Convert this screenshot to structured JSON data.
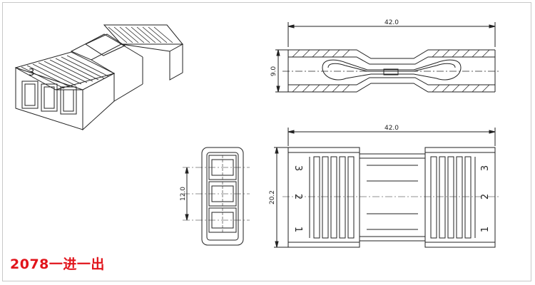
{
  "caption": "2078一进一出",
  "dimensions": {
    "top_width": "42.0",
    "side_height": "9.0",
    "bottom_width": "42.0",
    "pitch": "12.0",
    "body_height": "20.2"
  },
  "pin_labels": {
    "left": [
      "3",
      "2",
      "1"
    ],
    "right": [
      "3",
      "2",
      "1"
    ]
  },
  "colors": {
    "line": "#222222",
    "caption": "#e1141b"
  }
}
